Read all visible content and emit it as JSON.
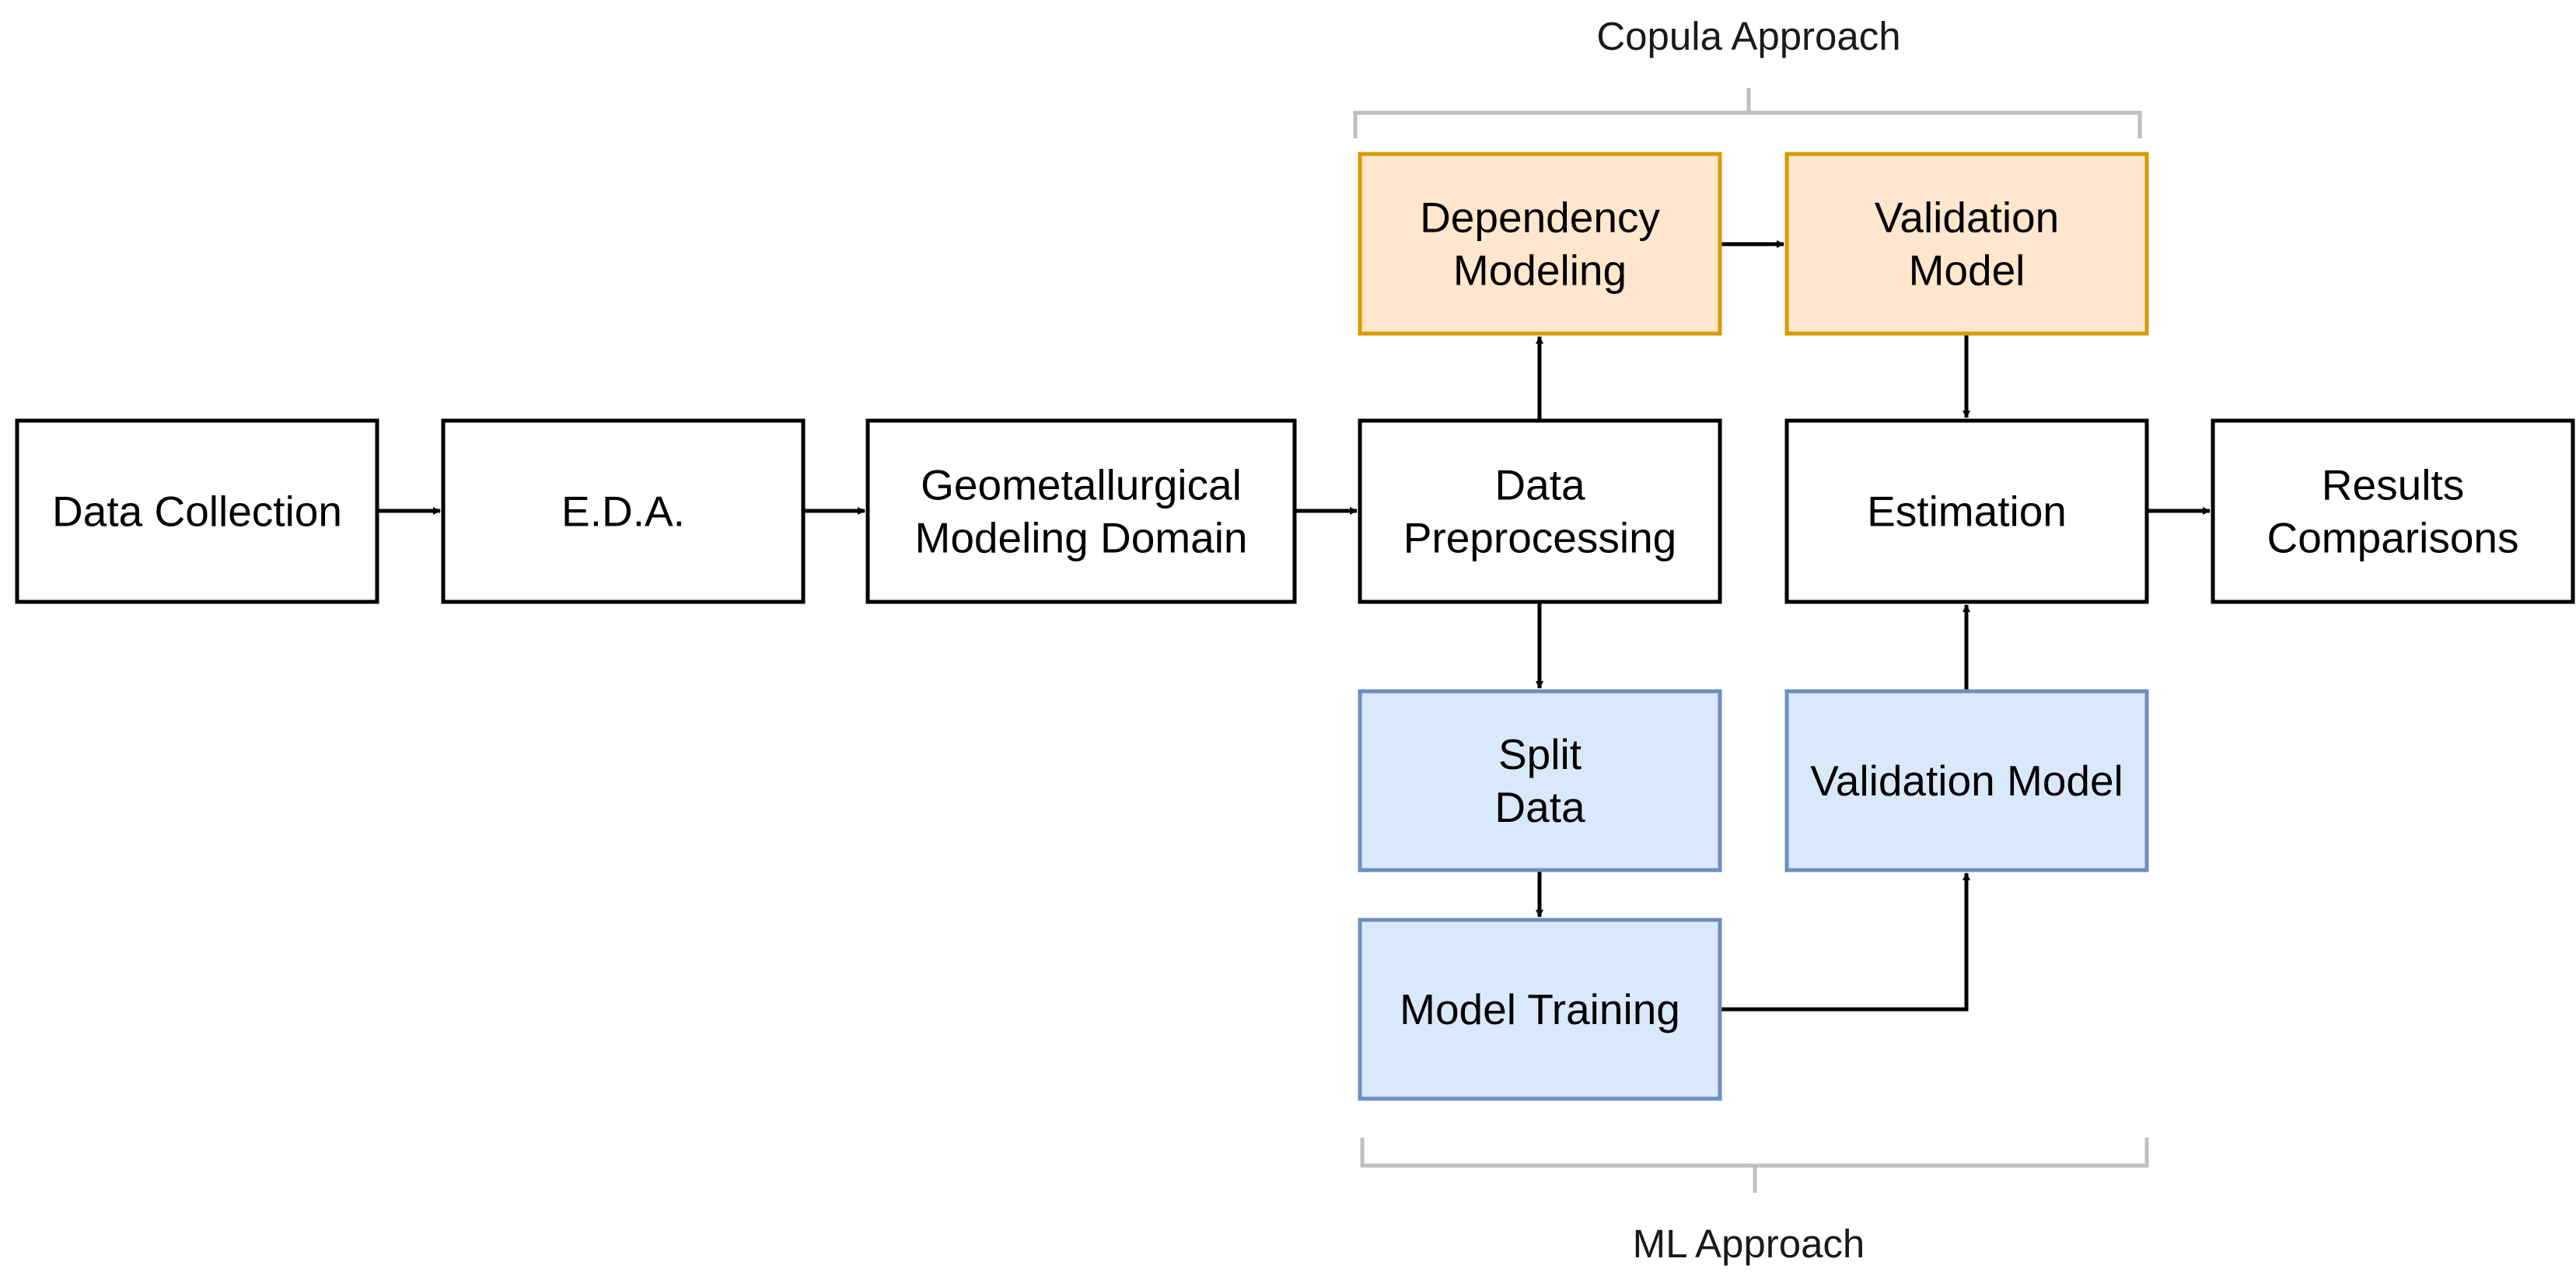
{
  "groups": {
    "copula": {
      "label": "Copula Approach"
    },
    "ml": {
      "label": "ML Approach"
    }
  },
  "nodes": {
    "data_collection": {
      "lines": [
        "Data Collection"
      ]
    },
    "eda": {
      "lines": [
        "E.D.A."
      ]
    },
    "geomet_domain": {
      "lines": [
        "Geometallurgical",
        "Modeling Domain"
      ]
    },
    "data_preprocessing": {
      "lines": [
        "Data",
        "Preprocessing"
      ]
    },
    "estimation": {
      "lines": [
        "Estimation"
      ]
    },
    "results_comparisons": {
      "lines": [
        "Results",
        "Comparisons"
      ]
    },
    "dependency_modeling": {
      "lines": [
        "Dependency",
        "Modeling"
      ]
    },
    "copula_validation_model": {
      "lines": [
        "Validation",
        "Model"
      ]
    },
    "split_data": {
      "lines": [
        "Split",
        "Data"
      ]
    },
    "model_training": {
      "lines": [
        "Model Training"
      ]
    },
    "ml_validation_model": {
      "lines": [
        "Validation Model"
      ]
    }
  },
  "colors": {
    "default_fill": "#ffffff",
    "default_stroke": "#000000",
    "copula_fill": "#ffe6cc",
    "copula_stroke": "#d79b00",
    "ml_fill": "#dae8fc",
    "ml_stroke": "#6c8ebf",
    "bracket": "#bfbfbf",
    "edge": "#000000"
  }
}
